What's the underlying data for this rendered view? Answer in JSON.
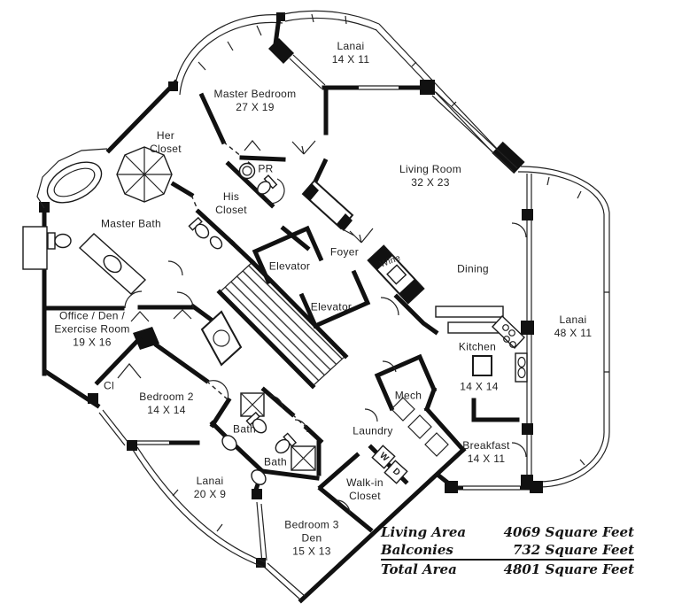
{
  "labels": {
    "lanai_top": "Lanai\n14  X  11",
    "master_bedroom": "Master Bedroom\n27 X  19",
    "her_closet": "Her\nCloset",
    "pr": "PR",
    "his_closet": "His\nCloset",
    "master_bath": "Master Bath",
    "living_room": "Living Room\n32  X  23",
    "foyer": "Foyer",
    "wine": "Wine",
    "elevator_upper": "Elevator",
    "elevator_lower": "Elevator",
    "dining": "Dining",
    "lanai_right": "Lanai\n48  X  11",
    "office": "Office / Den /\nExercise Room\n19  X  16",
    "closet_cl": "Cl",
    "bedroom2": "Bedroom 2\n14  X  14",
    "kitchen_name": "Kitchen",
    "kitchen_dims": "14  X  14",
    "mech": "Mech",
    "laundry": "Laundry",
    "breakfast": "Breakfast\n14  X  11",
    "washer": "W",
    "dryer": "D",
    "walkin_closet": "Walk-in\nCloset",
    "lanai_bottom": "Lanai\n20  X  9",
    "bath1": "Bath",
    "bath2": "Bath",
    "bedroom3": "Bedroom 3\nDen\n15  X  13"
  },
  "area_table": {
    "rows": [
      {
        "label": "Living Area",
        "value": "4069 Square Feet"
      },
      {
        "label": "Balconies",
        "value": "732 Square Feet"
      },
      {
        "label": "Total Area",
        "value": "4801 Square Feet"
      }
    ]
  },
  "colors": {
    "ink": "#111111",
    "paper": "#ffffff"
  }
}
